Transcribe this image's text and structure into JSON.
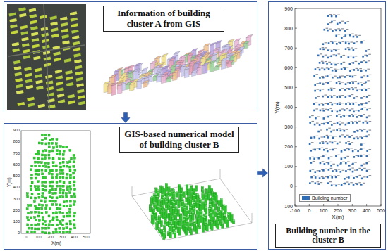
{
  "diagram": {
    "nodes": [
      {
        "text": [
          "Information of building cluster A from GIS"
        ]
      },
      {
        "text": [
          "GIS-based numerical model of building cluster B"
        ]
      },
      {
        "text": [
          "Building number in the cluster B"
        ]
      }
    ],
    "edges": [
      {
        "from": 0,
        "to": 1,
        "arrow": "to"
      },
      {
        "from": 1,
        "to": 2,
        "arrow": "to"
      }
    ],
    "labels": [
      "900",
      "800",
      "700",
      "600",
      "500",
      "400",
      "300",
      "200",
      "100",
      "0",
      "-100",
      "Y(m)",
      "-100",
      "0",
      "100",
      "200",
      "300",
      "400",
      "500",
      "X(m)",
      "900",
      "800",
      "700",
      "600",
      "500",
      "400",
      "300",
      "200",
      "100",
      "0",
      "Y(m)",
      "0",
      "100",
      "200",
      "300",
      "400",
      "500",
      "X(m)"
    ],
    "legend": [
      {
        "text": "Building number",
        "color": "#2f6db4"
      }
    ]
  }
}
